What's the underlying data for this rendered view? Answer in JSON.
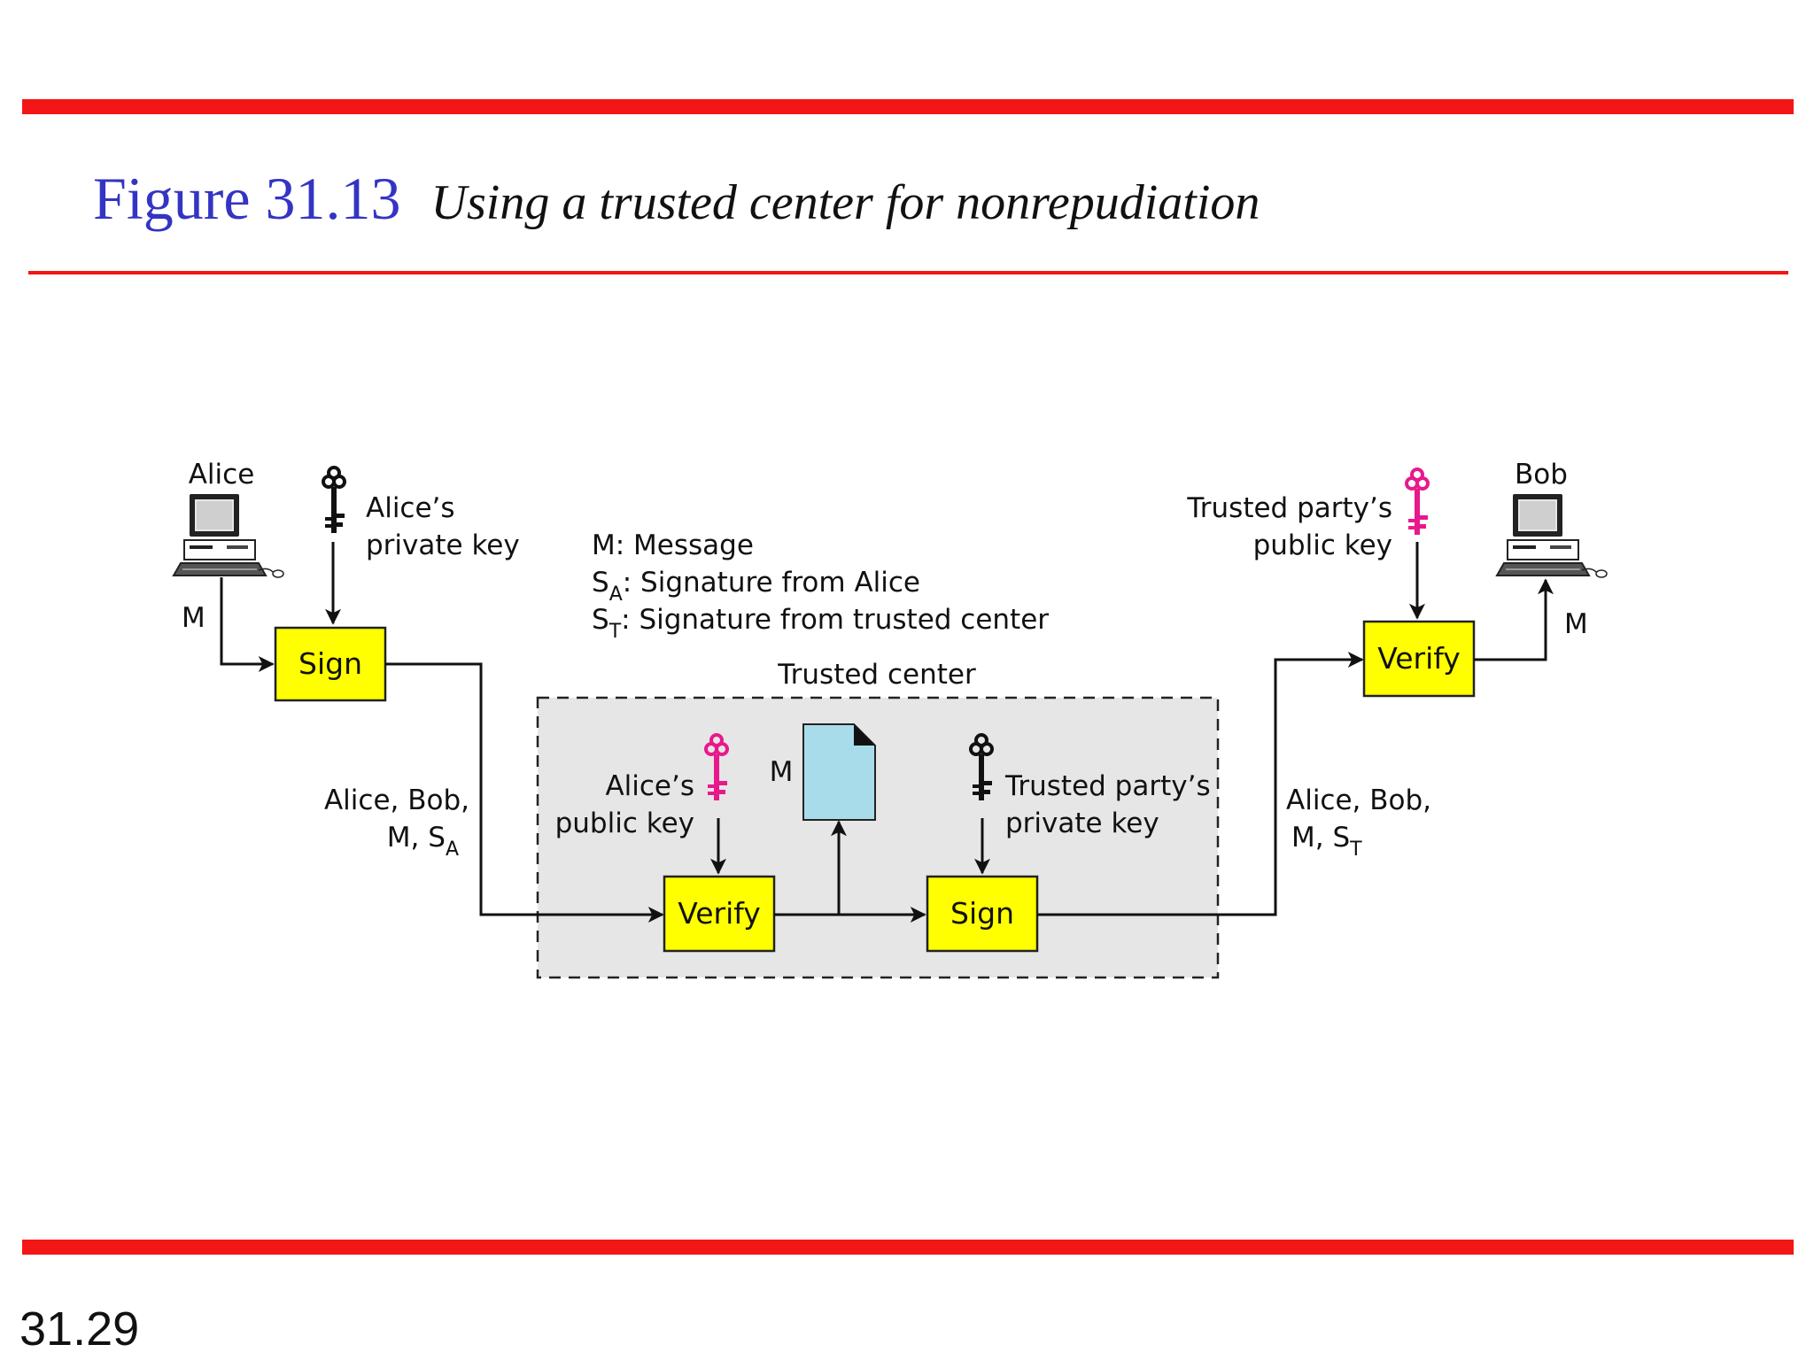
{
  "header": {
    "figure_number": "Figure 31.13",
    "caption": "Using a trusted center for nonrepudiation"
  },
  "footer": {
    "page_number": "31.29"
  },
  "colors": {
    "accent_red": "#f31616",
    "title_blue": "#3434c4",
    "box_yellow": "#ffff00",
    "panel_gray": "#e6e6e6",
    "doc_blue": "#a9dcea",
    "public_key_pink": "#e8198b",
    "private_key_black": "#111111"
  },
  "diagram": {
    "alice": {
      "name": "Alice",
      "icon": "computer-icon"
    },
    "bob": {
      "name": "Bob",
      "icon": "computer-icon"
    },
    "alice_private_key": {
      "line1": "Alice’s",
      "line2": "private key",
      "icon": "private-key-icon"
    },
    "trusted_public_key": {
      "line1": "Trusted party’s",
      "line2": "public key",
      "icon": "public-key-icon"
    },
    "legend": {
      "m_line": "M: Message",
      "sa_base": "S",
      "sa_sub": "A",
      "sa_rest": ": Signature from Alice",
      "st_base": "S",
      "st_sub": "T",
      "st_rest": ": Signature from trusted center"
    },
    "m_left": "M",
    "m_right": "M",
    "m_doc": "M",
    "trusted_center_label": "Trusted center",
    "boxes": {
      "alice_sign": "Sign",
      "tc_verify": "Verify",
      "tc_sign": "Sign",
      "bob_verify": "Verify"
    },
    "left_transfer": {
      "line1": "Alice, Bob,",
      "line2_base": "M, S",
      "line2_sub": "A"
    },
    "right_transfer": {
      "line1": "Alice, Bob,",
      "line2_base": "M, S",
      "line2_sub": "T"
    },
    "alice_public_key": {
      "line1": "Alice’s",
      "line2": "public key",
      "icon": "public-key-icon"
    },
    "trusted_private_key": {
      "line1": "Trusted party’s",
      "line2": "private key",
      "icon": "private-key-icon"
    },
    "document_icon": "document-icon"
  }
}
